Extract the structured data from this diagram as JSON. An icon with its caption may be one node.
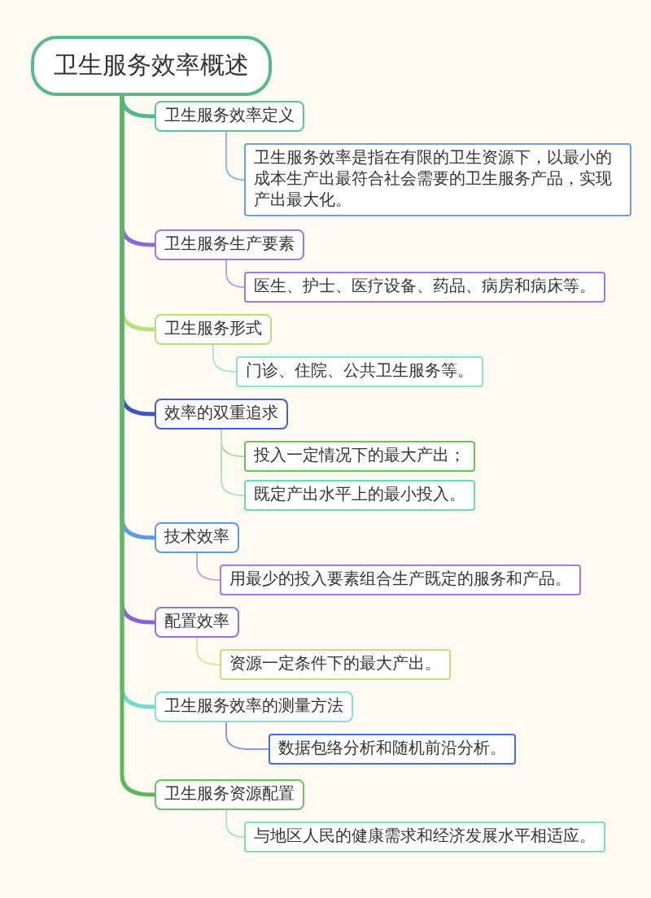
{
  "diagram": {
    "nodes": [
      {
        "text": [
          "卫生服务效率概述"
        ]
      },
      {
        "text": [
          "卫生服务效率定义"
        ]
      },
      {
        "text": [
          "卫生服务效率是指在有限的卫生资源下，以最小的成本生产出最符合社会需要的卫生服务产品，实现产出最大化。"
        ]
      },
      {
        "text": [
          "卫生服务生产要素"
        ]
      },
      {
        "text": [
          "医生、护士、医疗设备、药品、病房和病床等。"
        ]
      },
      {
        "text": [
          "卫生服务形式"
        ]
      },
      {
        "text": [
          "门诊、住院、公共卫生服务等。"
        ]
      },
      {
        "text": [
          "效率的双重追求"
        ]
      },
      {
        "text": [
          "投入一定情况下的最大产出；"
        ]
      },
      {
        "text": [
          "既定产出水平上的最小投入。"
        ]
      },
      {
        "text": [
          "技术效率"
        ]
      },
      {
        "text": [
          "用最少的投入要素组合生产既定的服务和产品。"
        ]
      },
      {
        "text": [
          "配置效率"
        ]
      },
      {
        "text": [
          "资源一定条件下的最大产出。"
        ]
      },
      {
        "text": [
          "卫生服务效率的测量方法"
        ]
      },
      {
        "text": [
          "数据包络分析和随机前沿分析。"
        ]
      },
      {
        "text": [
          "卫生服务资源配置"
        ]
      },
      {
        "text": [
          "与地区人民的健康需求和经济发展水平相适应。"
        ]
      }
    ],
    "edges": [
      {
        "from": 0,
        "to": 1,
        "arrow": "none",
        "style": "thick",
        "color": "#4fb893"
      },
      {
        "from": 1,
        "to": 2,
        "arrow": "none",
        "color": "#8fb8e8"
      },
      {
        "from": 0,
        "to": 3,
        "arrow": "none",
        "style": "thick",
        "color": "#8a6ad8"
      },
      {
        "from": 3,
        "to": 4,
        "arrow": "none",
        "color": "#b8a4e8"
      },
      {
        "from": 0,
        "to": 5,
        "arrow": "none",
        "style": "thick",
        "color": "#b5e07a"
      },
      {
        "from": 5,
        "to": 6,
        "arrow": "none",
        "color": "#a8e8d8"
      },
      {
        "from": 0,
        "to": 7,
        "arrow": "none",
        "style": "thick",
        "color": "#3d55c0"
      },
      {
        "from": 7,
        "to": 8,
        "arrow": "none",
        "color": "#a8dca0"
      },
      {
        "from": 7,
        "to": 9,
        "arrow": "none",
        "color": "#a8e8c8"
      },
      {
        "from": 0,
        "to": 10,
        "arrow": "none",
        "style": "thick",
        "color": "#5b9ae8"
      },
      {
        "from": 10,
        "to": 11,
        "arrow": "none",
        "color": "#c0a8e8"
      },
      {
        "from": 0,
        "to": 12,
        "arrow": "none",
        "style": "thick",
        "color": "#8a62d0"
      },
      {
        "from": 12,
        "to": 13,
        "arrow": "none",
        "color": "#d8e8a0"
      },
      {
        "from": 0,
        "to": 14,
        "arrow": "none",
        "style": "thick",
        "color": "#6cdccc"
      },
      {
        "from": 14,
        "to": 15,
        "arrow": "none",
        "color": "#8a9ae0"
      },
      {
        "from": 0,
        "to": 16,
        "arrow": "none",
        "style": "thick",
        "color": "#5cb85c"
      },
      {
        "from": 16,
        "to": 17,
        "arrow": "none",
        "color": "#a8e8c8"
      }
    ]
  }
}
